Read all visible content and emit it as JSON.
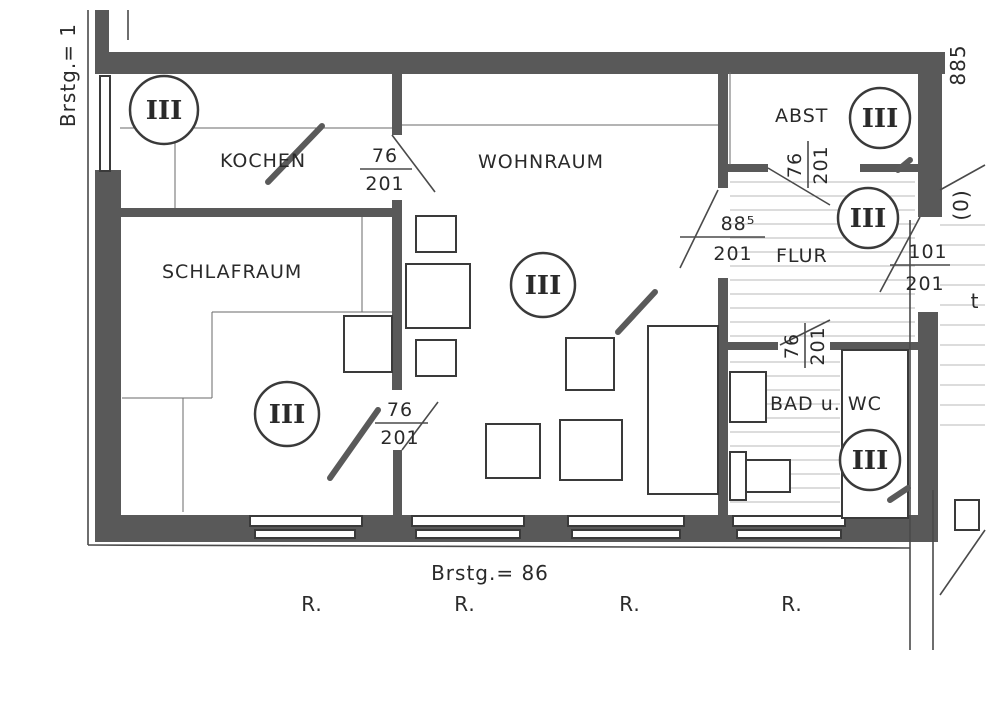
{
  "rooms": {
    "kochen": "KOCHEN",
    "wohnraum": "WOHNRAUM",
    "schlafraum": "SCHLAFRAUM",
    "abst": "ABST",
    "flur": "FLUR",
    "bad": "BAD u. WC"
  },
  "zone_marks": [
    "III",
    "III",
    "III",
    "III",
    "III",
    "III"
  ],
  "doors": [
    {
      "width": "76",
      "height": "201"
    },
    {
      "width": "76",
      "height": "201"
    },
    {
      "width": "76",
      "height": "201"
    },
    {
      "width": "88⁵",
      "height": "201"
    },
    {
      "width": "101",
      "height": "201"
    },
    {
      "width": "76",
      "height": "201"
    }
  ],
  "labels": {
    "brstg_bottom": "Brstg.= 86",
    "brstg_left": "Brstg.= 1",
    "top_right": "885",
    "right_edge_1": "(0)",
    "right_edge_2": "t",
    "r_marks": [
      "R.",
      "R.",
      "R.",
      "R."
    ]
  }
}
